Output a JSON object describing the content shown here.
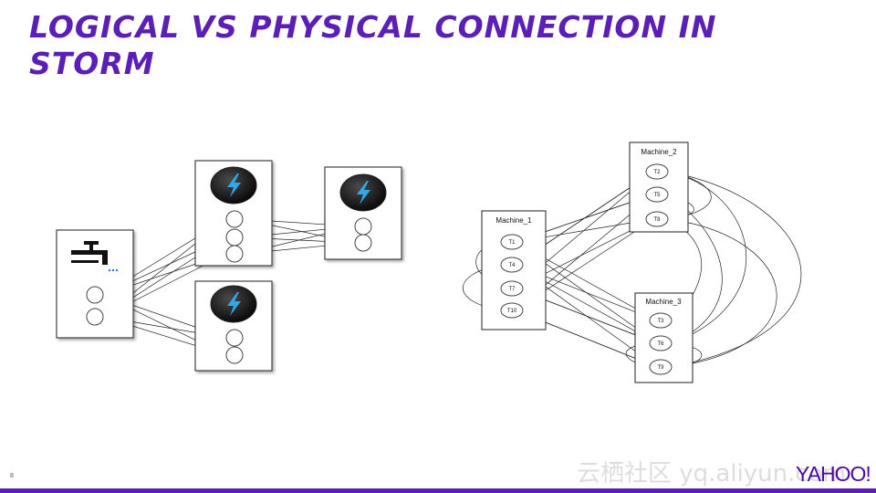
{
  "slide": {
    "title": "Logical vs Physical Connection in Storm",
    "page_number": "8",
    "brand": "YAHOO!",
    "watermark": "云栖社区 yq.aliyun.com"
  },
  "logical": {
    "spout": {
      "icon": "faucet-icon",
      "task_count": 2
    },
    "bolts": [
      {
        "icon": "lightning-bolt-icon",
        "task_count": 3
      },
      {
        "icon": "lightning-bolt-icon",
        "task_count": 2
      },
      {
        "icon": "lightning-bolt-icon",
        "task_count": 2
      }
    ]
  },
  "physical": {
    "machines": [
      {
        "name": "Machine_1",
        "tasks": [
          "T1",
          "T4",
          "T7",
          "T10"
        ]
      },
      {
        "name": "Machine_2",
        "tasks": [
          "T2",
          "T5",
          "T8"
        ]
      },
      {
        "name": "Machine_3",
        "tasks": [
          "T3",
          "T6",
          "T9"
        ]
      }
    ]
  },
  "colors": {
    "title": "#5b1fb8",
    "brand": "#4a0aa0",
    "bar": "#5b1fb8"
  }
}
